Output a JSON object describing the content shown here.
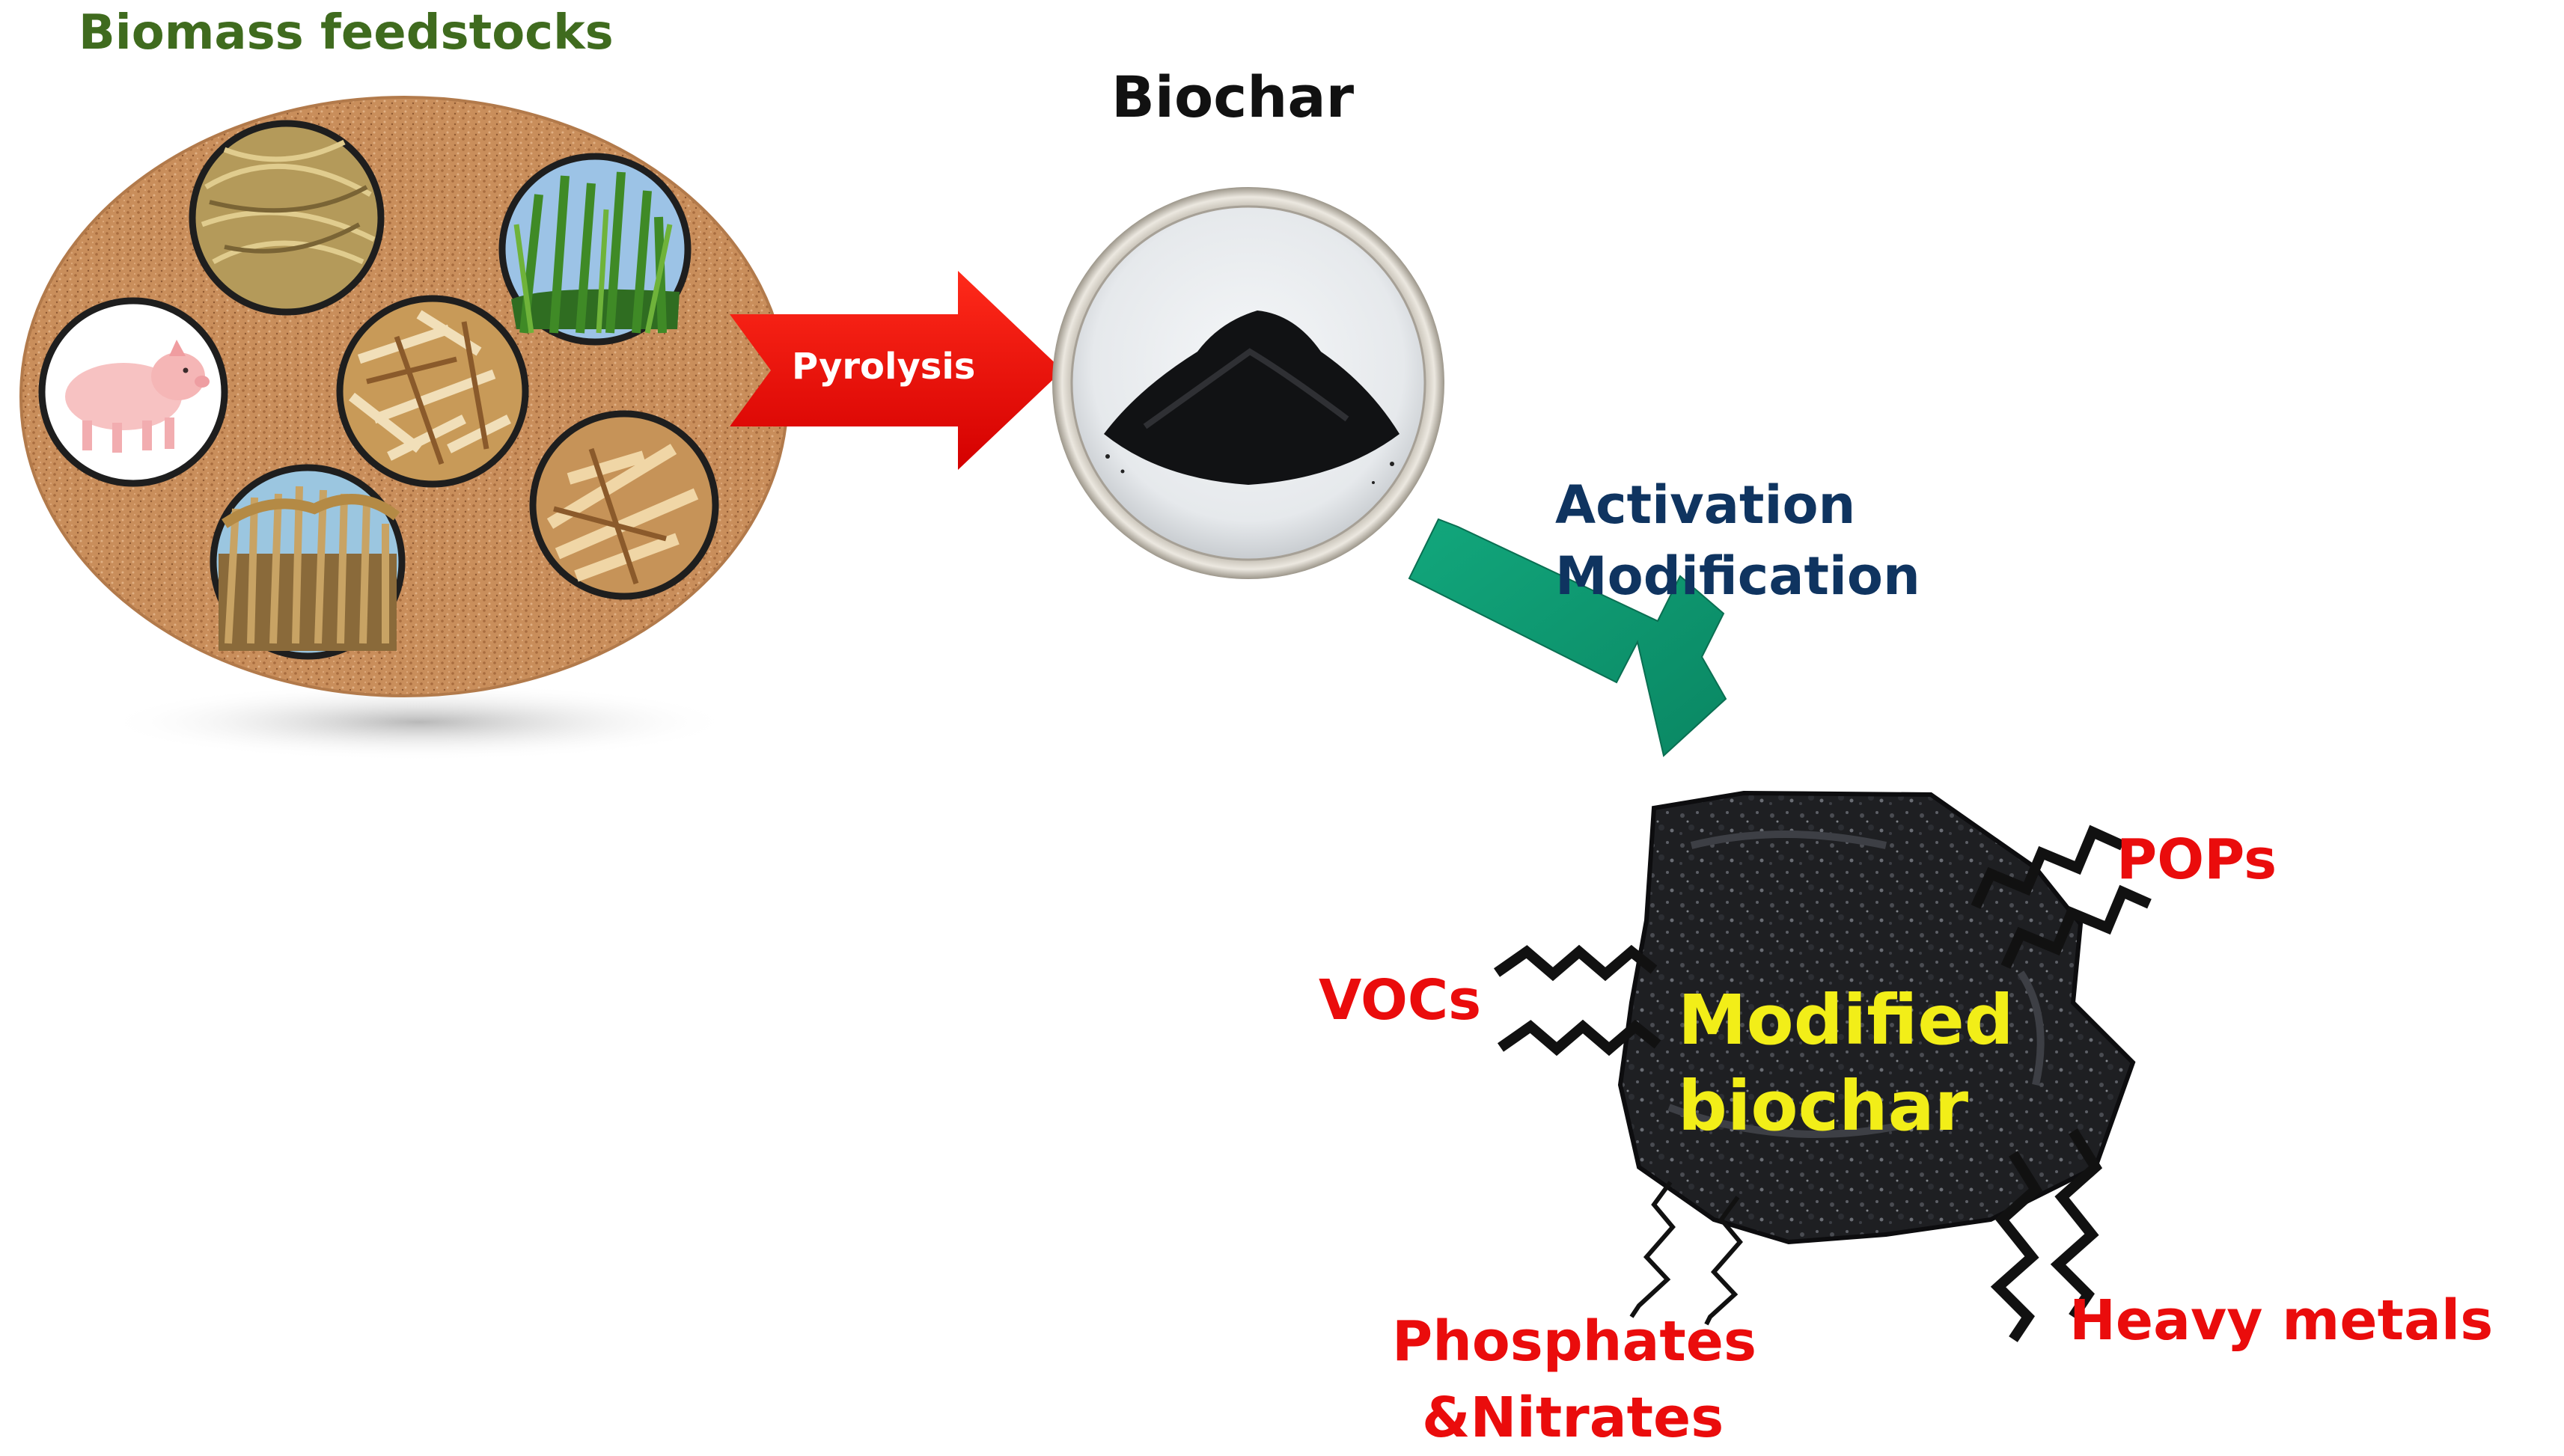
{
  "labels": {
    "biomass_feedstocks": "Biomass feedstocks",
    "biochar": "Biochar",
    "pyrolysis": "Pyrolysis",
    "activation": "Activation",
    "modification": "Modification",
    "modified_biochar_line1": "Modified",
    "modified_biochar_line2": "biochar",
    "pops": "POPs",
    "vocs": "VOCs",
    "heavy_metals": "Heavy metals",
    "phosphates": "Phosphates",
    "nitrates": "&Nitrates"
  },
  "colors": {
    "green_title": "#3f6b1e",
    "black": "#111111",
    "red": "#ea0c0c",
    "navy": "#0f3460",
    "teal_arrow": "#0e9a72",
    "yellow": "#f2ee18",
    "soil": "#c98e5b"
  },
  "icons": {
    "feedstock_photos": [
      "straw-photo-icon",
      "grass-photo-icon",
      "pig-photo-icon",
      "wood-chips-photo-icon",
      "bamboo-photo-icon",
      "reed-photo-icon"
    ],
    "biochar_powder": "biochar-powder-icon",
    "modified_biochar_rock": "biochar-rock-icon"
  }
}
